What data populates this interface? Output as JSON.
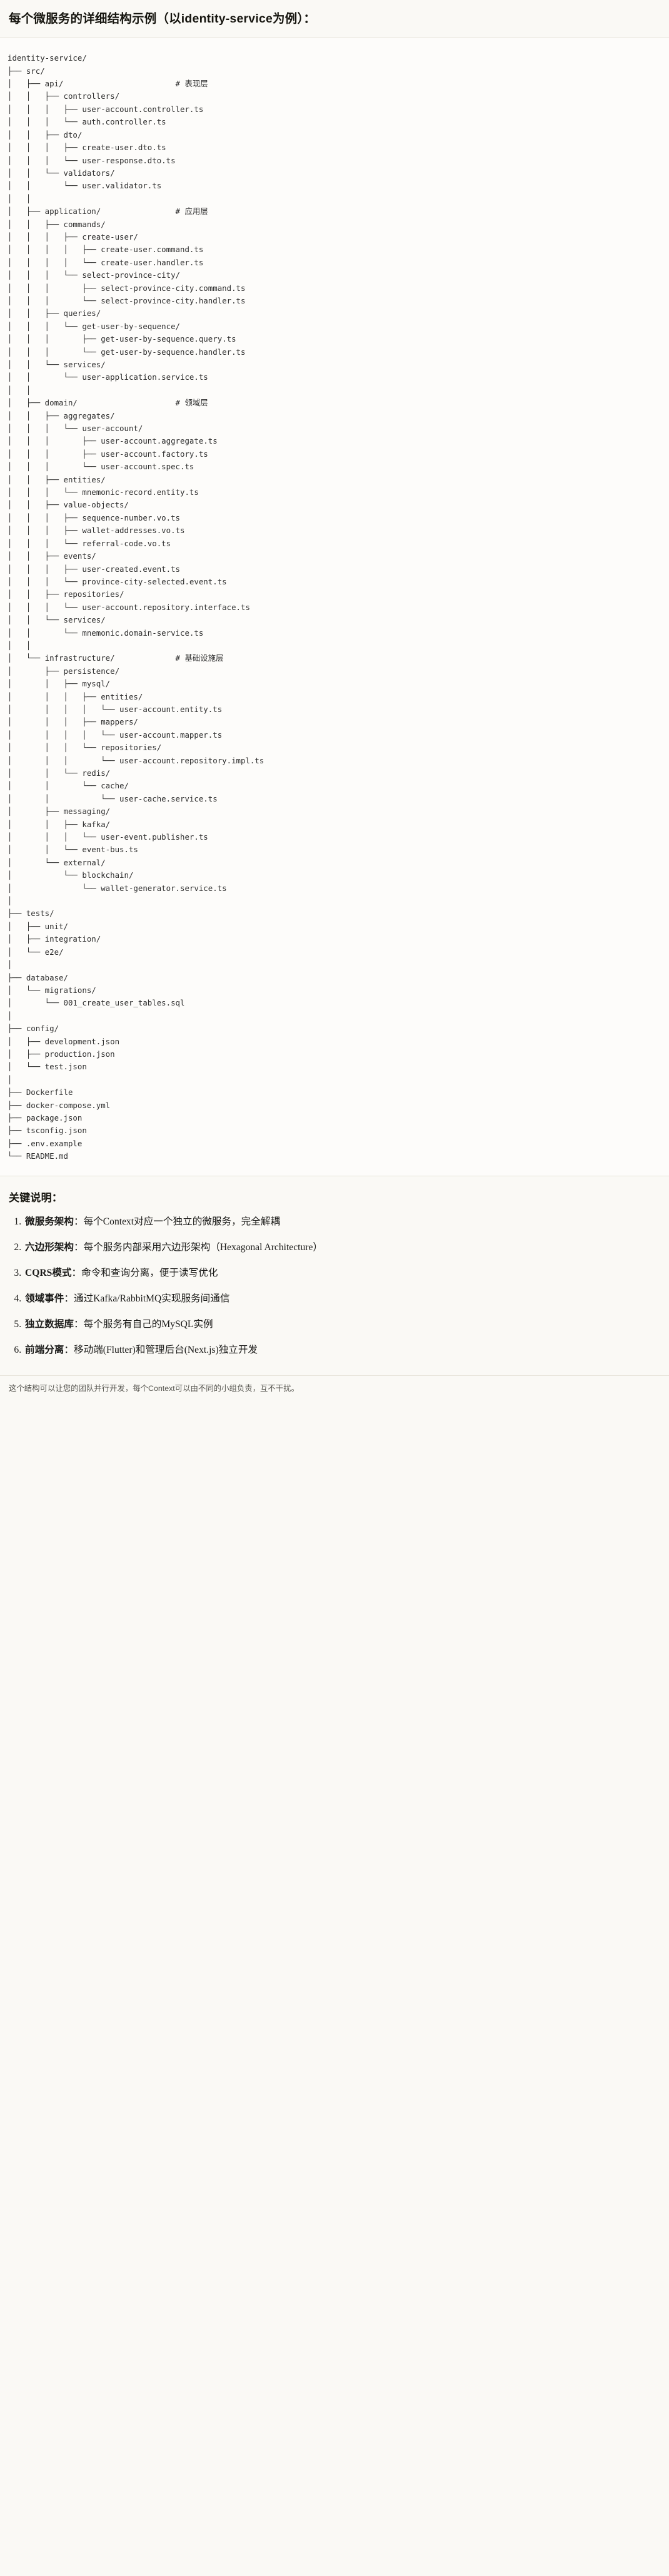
{
  "document": {
    "title": "每个微服务的详细结构示例（以identity-service为例）：",
    "footnote": "这个结构可以让您的团队并行开发，每个Context可以由不同的小组负责，互不干扰。"
  },
  "code_block": {
    "language": "text",
    "root": "identity-service/",
    "comments": {
      "api": "# 表现层",
      "application": "# 应用层",
      "domain": "# 领域层",
      "infrastructure": "# 基础设施层"
    },
    "tree": "identity-service/\n├── src/\n│   ├── api/                        # 表现层\n│   │   ├── controllers/\n│   │   │   ├── user-account.controller.ts\n│   │   │   └── auth.controller.ts\n│   │   ├── dto/\n│   │   │   ├── create-user.dto.ts\n│   │   │   └── user-response.dto.ts\n│   │   └── validators/\n│   │       └── user.validator.ts\n│   │\n│   ├── application/                # 应用层\n│   │   ├── commands/\n│   │   │   ├── create-user/\n│   │   │   │   ├── create-user.command.ts\n│   │   │   │   └── create-user.handler.ts\n│   │   │   └── select-province-city/\n│   │   │       ├── select-province-city.command.ts\n│   │   │       └── select-province-city.handler.ts\n│   │   ├── queries/\n│   │   │   └── get-user-by-sequence/\n│   │   │       ├── get-user-by-sequence.query.ts\n│   │   │       └── get-user-by-sequence.handler.ts\n│   │   └── services/\n│   │       └── user-application.service.ts\n│   │\n│   ├── domain/                     # 领域层\n│   │   ├── aggregates/\n│   │   │   └── user-account/\n│   │   │       ├── user-account.aggregate.ts\n│   │   │       ├── user-account.factory.ts\n│   │   │       └── user-account.spec.ts\n│   │   ├── entities/\n│   │   │   └── mnemonic-record.entity.ts\n│   │   ├── value-objects/\n│   │   │   ├── sequence-number.vo.ts\n│   │   │   ├── wallet-addresses.vo.ts\n│   │   │   └── referral-code.vo.ts\n│   │   ├── events/\n│   │   │   ├── user-created.event.ts\n│   │   │   └── province-city-selected.event.ts\n│   │   ├── repositories/\n│   │   │   └── user-account.repository.interface.ts\n│   │   └── services/\n│   │       └── mnemonic.domain-service.ts\n│   │\n│   └── infrastructure/             # 基础设施层\n│       ├── persistence/\n│       │   ├── mysql/\n│       │   │   ├── entities/\n│       │   │   │   └── user-account.entity.ts\n│       │   │   ├── mappers/\n│       │   │   │   └── user-account.mapper.ts\n│       │   │   └── repositories/\n│       │   │       └── user-account.repository.impl.ts\n│       │   └── redis/\n│       │       └── cache/\n│       │           └── user-cache.service.ts\n│       ├── messaging/\n│       │   ├── kafka/\n│       │   │   └── user-event.publisher.ts\n│       │   └── event-bus.ts\n│       └── external/\n│           └── blockchain/\n│               └── wallet-generator.service.ts\n│\n├── tests/\n│   ├── unit/\n│   ├── integration/\n│   └── e2e/\n│\n├── database/\n│   └── migrations/\n│       └── 001_create_user_tables.sql\n│\n├── config/\n│   ├── development.json\n│   ├── production.json\n│   └── test.json\n│\n├── Dockerfile\n├── docker-compose.yml\n├── package.json\n├── tsconfig.json\n├── .env.example\n└── README.md"
  },
  "notes": {
    "heading": "关键说明：",
    "items": [
      {
        "label": "微服务架构",
        "text": "：每个Context对应一个独立的微服务，完全解耦"
      },
      {
        "label": "六边形架构",
        "text": "：每个服务内部采用六边形架构（Hexagonal Architecture）"
      },
      {
        "label": "CQRS模式",
        "text": "：命令和查询分离，便于读写优化"
      },
      {
        "label": "领域事件",
        "text": "：通过Kafka/RabbitMQ实现服务间通信"
      },
      {
        "label": "独立数据库",
        "text": "：每个服务有自己的MySQL实例"
      },
      {
        "label": "前端分离",
        "text": "：移动端(Flutter)和管理后台(Next.js)独立开发"
      }
    ]
  }
}
